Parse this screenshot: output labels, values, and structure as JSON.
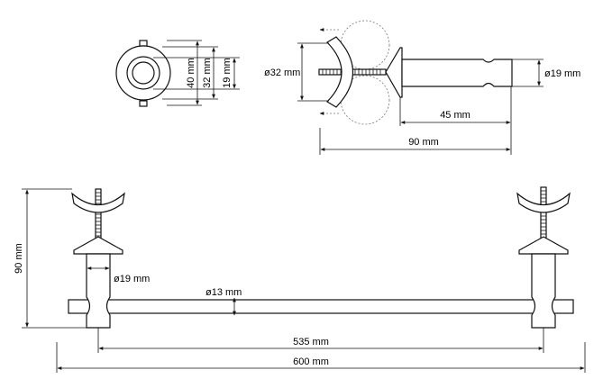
{
  "top_left_view": {
    "dim_outer": "40 mm",
    "dim_middle": "32 mm",
    "dim_inner": "19 mm"
  },
  "top_right_view": {
    "dim_cup_diameter": "ø32 mm",
    "dim_tube_diameter": "ø19 mm",
    "dim_tube_length": "45 mm",
    "dim_total_depth": "90 mm"
  },
  "front_view": {
    "dim_height": "90 mm",
    "dim_post_diameter": "ø19 mm",
    "dim_bar_diameter": "ø13 mm",
    "dim_inner_span": "535 mm",
    "dim_total_length": "600 mm"
  }
}
